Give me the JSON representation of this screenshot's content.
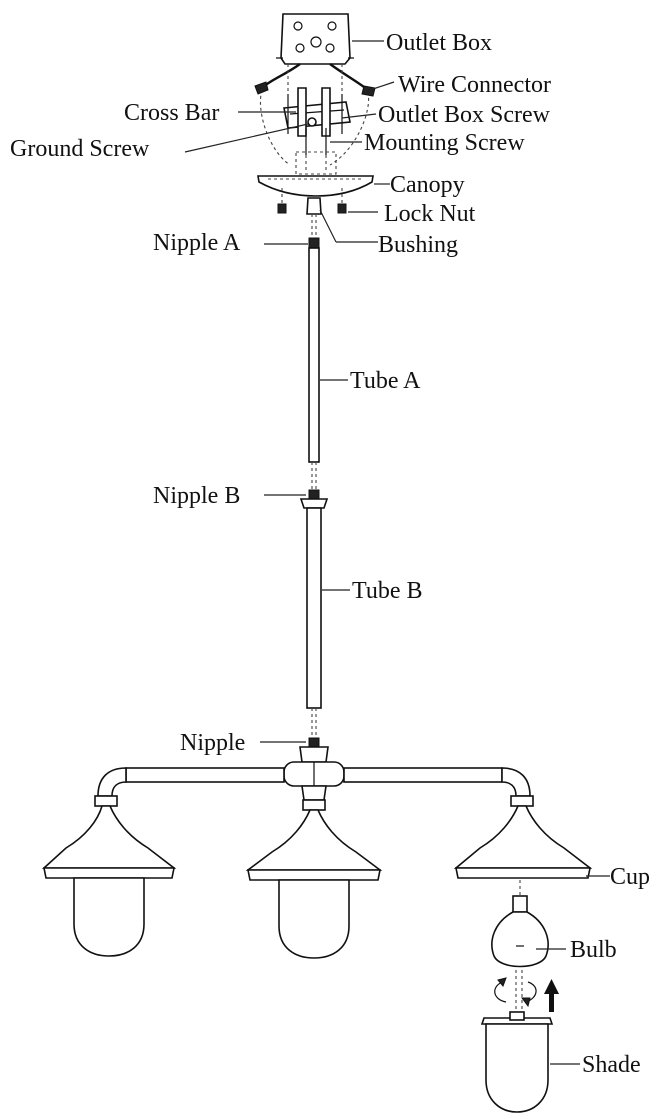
{
  "labels": {
    "outlet_box": "Outlet Box",
    "wire_connector": "Wire Connector",
    "cross_bar": "Cross Bar",
    "outlet_box_screw": "Outlet Box Screw",
    "ground_screw": "Ground Screw",
    "mounting_screw": "Mounting Screw",
    "canopy": "Canopy",
    "lock_nut": "Lock Nut",
    "nipple_a": "Nipple A",
    "bushing": "Bushing",
    "tube_a": "Tube A",
    "nipple_b": "Nipple B",
    "tube_b": "Tube B",
    "nipple": "Nipple",
    "cup": "Cup",
    "bulb": "Bulb",
    "shade": "Shade"
  },
  "colors": {
    "line": "#111111",
    "background": "#ffffff"
  }
}
